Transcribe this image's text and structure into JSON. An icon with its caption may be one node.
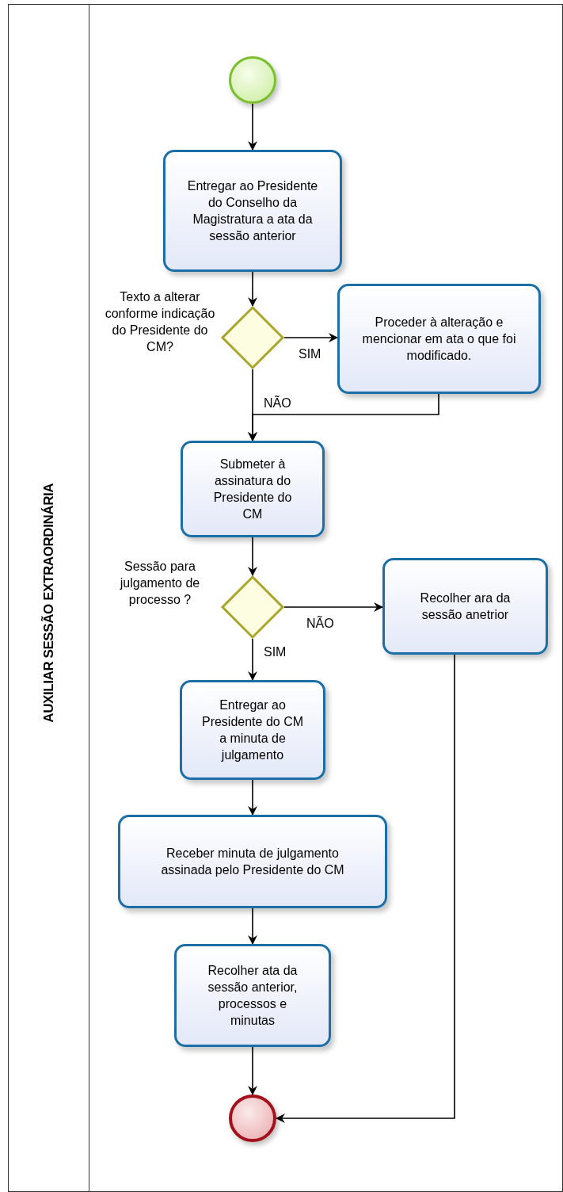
{
  "diagram": {
    "nodes": [
      {
        "text": [
          "AUXILIAR SESSÃO EXTRAORDINÁRIA"
        ]
      },
      {
        "text": [],
        "shape": "circle",
        "in": 0
      },
      {
        "text": [
          "Entregar ao Presidente do Conselho da Magistratura a ata da sessão anterior"
        ],
        "in": 0
      },
      {
        "text": [
          "Texto a alterar conforme indicação do Presidente do CM?"
        ],
        "in": 0
      },
      {
        "text": [
          "Proceder à alteração e mencionar em ata o que foi modificado."
        ],
        "in": 0
      },
      {
        "text": [
          "Submeter à assinatura do Presidente do CM"
        ],
        "in": 0
      },
      {
        "text": [
          "Sessão para julgamento de processo ?"
        ],
        "in": 0
      },
      {
        "text": [
          "Recolher ara da sessão anetrior"
        ],
        "in": 0
      },
      {
        "text": [
          "Entregar ao Presidente do CM a minuta de julgamento"
        ],
        "in": 0
      },
      {
        "text": [
          "Receber minuta de julgamento assinada pelo Presidente do CM"
        ],
        "in": 0
      },
      {
        "text": [
          "Recolher ata da sessão anterior, processos e minutas"
        ],
        "in": 0
      },
      {
        "text": [],
        "shape": "circle",
        "in": 0
      }
    ],
    "edges": [
      {
        "from": 1,
        "to": 2,
        "arrow": "to"
      },
      {
        "from": 2,
        "to": 3,
        "arrow": "to"
      },
      {
        "from": 3,
        "to": 4,
        "arrow": "to",
        "label": "SIM"
      },
      {
        "from": 3,
        "to": 5,
        "arrow": "to",
        "label": "NÃO"
      },
      {
        "from": 4,
        "to": 5,
        "arrow": "to"
      },
      {
        "from": 5,
        "to": 6,
        "arrow": "to"
      },
      {
        "from": 6,
        "to": 7,
        "arrow": "to",
        "label": "NÃO"
      },
      {
        "from": 6,
        "to": 8,
        "arrow": "to",
        "label": "SIM"
      },
      {
        "from": 8,
        "to": 9,
        "arrow": "to"
      },
      {
        "from": 9,
        "to": 10,
        "arrow": "to"
      },
      {
        "from": 10,
        "to": 11,
        "arrow": "to"
      },
      {
        "from": 7,
        "to": 11,
        "arrow": "to"
      }
    ]
  }
}
